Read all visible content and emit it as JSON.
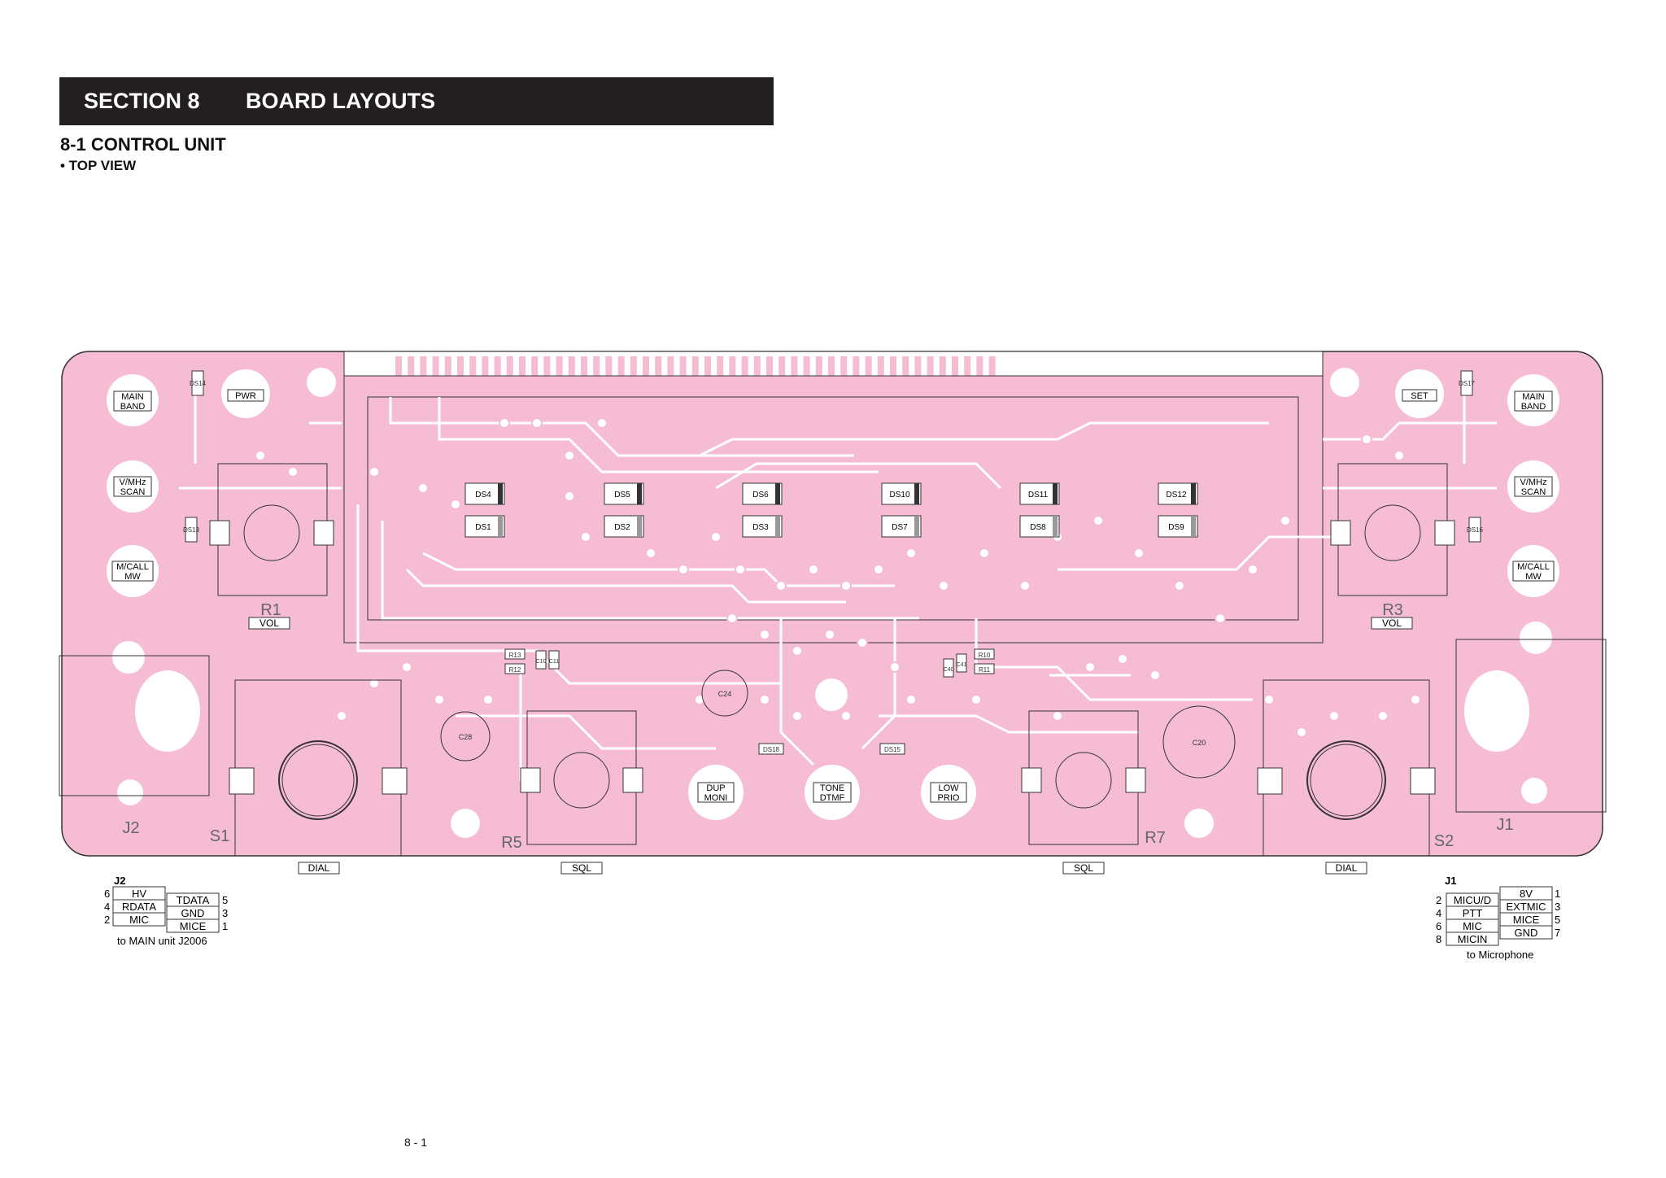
{
  "header": {
    "section_number": "SECTION 8",
    "section_title": "BOARD LAYOUTS",
    "subsection": "8-1 CONTROL UNIT",
    "view": "• TOP VIEW"
  },
  "board": {
    "fill_color": "#f5bcd4",
    "trace_color": "#ffffff",
    "buttons_left": [
      "MAIN\nBAND",
      "V/MHz\nSCAN",
      "M/CALL\nMW"
    ],
    "buttons_right": [
      "MAIN\nBAND",
      "V/MHz\nSCAN",
      "M/CALL\nMW"
    ],
    "buttons_bottom": [
      "DUP\nMONI",
      "TONE\nDTMF",
      "LOW\nPRIO"
    ],
    "label_pwr": "PWR",
    "label_set": "SET",
    "label_vol_left": "VOL",
    "label_vol_right": "VOL",
    "refs": {
      "r1": "R1",
      "r3": "R3",
      "r5": "R5",
      "r7": "R7",
      "s1": "S1",
      "s2": "S2",
      "j1": "J1",
      "j2": "J2",
      "ds14": "DS14",
      "ds13": "DS13",
      "ds17": "DS17",
      "ds16": "DS16",
      "ds15": "DS15",
      "ds18": "DS18",
      "c24": "C24",
      "c20": "C20",
      "c28": "C28",
      "r13": "R13",
      "r12": "R12",
      "r10": "R10",
      "r11": "R11",
      "c10": "C10",
      "c11": "C11",
      "c40": "C40",
      "c41": "C41"
    },
    "leds_top": [
      "DS4",
      "DS5",
      "DS6",
      "DS10",
      "DS11",
      "DS12"
    ],
    "leds_bottom": [
      "DS1",
      "DS2",
      "DS3",
      "DS7",
      "DS8",
      "DS9"
    ],
    "below_labels": [
      "DIAL",
      "SQL",
      "SQL",
      "DIAL"
    ]
  },
  "j2": {
    "title": "J2",
    "left_pins": [
      {
        "num": "6",
        "name": "HV"
      },
      {
        "num": "4",
        "name": "RDATA"
      },
      {
        "num": "2",
        "name": "MIC"
      }
    ],
    "right_pins": [
      {
        "name": "TDATA",
        "num": "5"
      },
      {
        "name": "GND",
        "num": "3"
      },
      {
        "name": "MICE",
        "num": "1"
      }
    ],
    "caption": "to MAIN unit J2006"
  },
  "j1": {
    "title": "J1",
    "left_pins": [
      {
        "num": "2",
        "name": "MICU/D"
      },
      {
        "num": "4",
        "name": "PTT"
      },
      {
        "num": "6",
        "name": "MIC"
      },
      {
        "num": "8",
        "name": "MICIN"
      }
    ],
    "right_pins": [
      {
        "name": "8V",
        "num": "1"
      },
      {
        "name": "EXTMIC",
        "num": "3"
      },
      {
        "name": "MICE",
        "num": "5"
      },
      {
        "name": "GND",
        "num": "7"
      }
    ],
    "caption": "to Microphone"
  },
  "page_number": "8 - 1"
}
